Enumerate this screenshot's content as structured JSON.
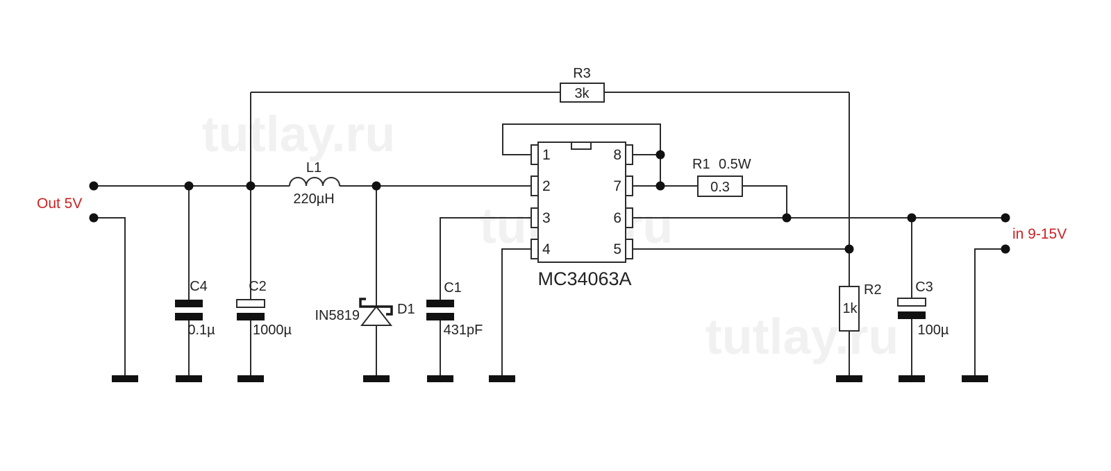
{
  "watermark": "tutlay.ru",
  "terminals": {
    "out_label": "Out 5V",
    "in_label": "in 9-15V"
  },
  "ic": {
    "name": "MC34063A",
    "pins": [
      "1",
      "2",
      "3",
      "4",
      "5",
      "6",
      "7",
      "8"
    ]
  },
  "components": {
    "r3": {
      "ref": "R3",
      "value": "3k"
    },
    "r1": {
      "ref": "R1",
      "rating": "0.5W",
      "value": "0.3"
    },
    "r2": {
      "ref": "R2",
      "value": "1k"
    },
    "l1": {
      "ref": "L1",
      "value": "220µH"
    },
    "d1": {
      "ref": "D1",
      "part": "IN5819"
    },
    "c1": {
      "ref": "C1",
      "value": "431pF"
    },
    "c2": {
      "ref": "C2",
      "value": "1000µ"
    },
    "c3": {
      "ref": "C3",
      "value": "100µ"
    },
    "c4": {
      "ref": "C4",
      "value": "0.1µ"
    }
  },
  "colors": {
    "wire": "#2b2b2b",
    "label_red": "#cc2222",
    "watermark": "#f1f1f1",
    "background": "#ffffff"
  }
}
